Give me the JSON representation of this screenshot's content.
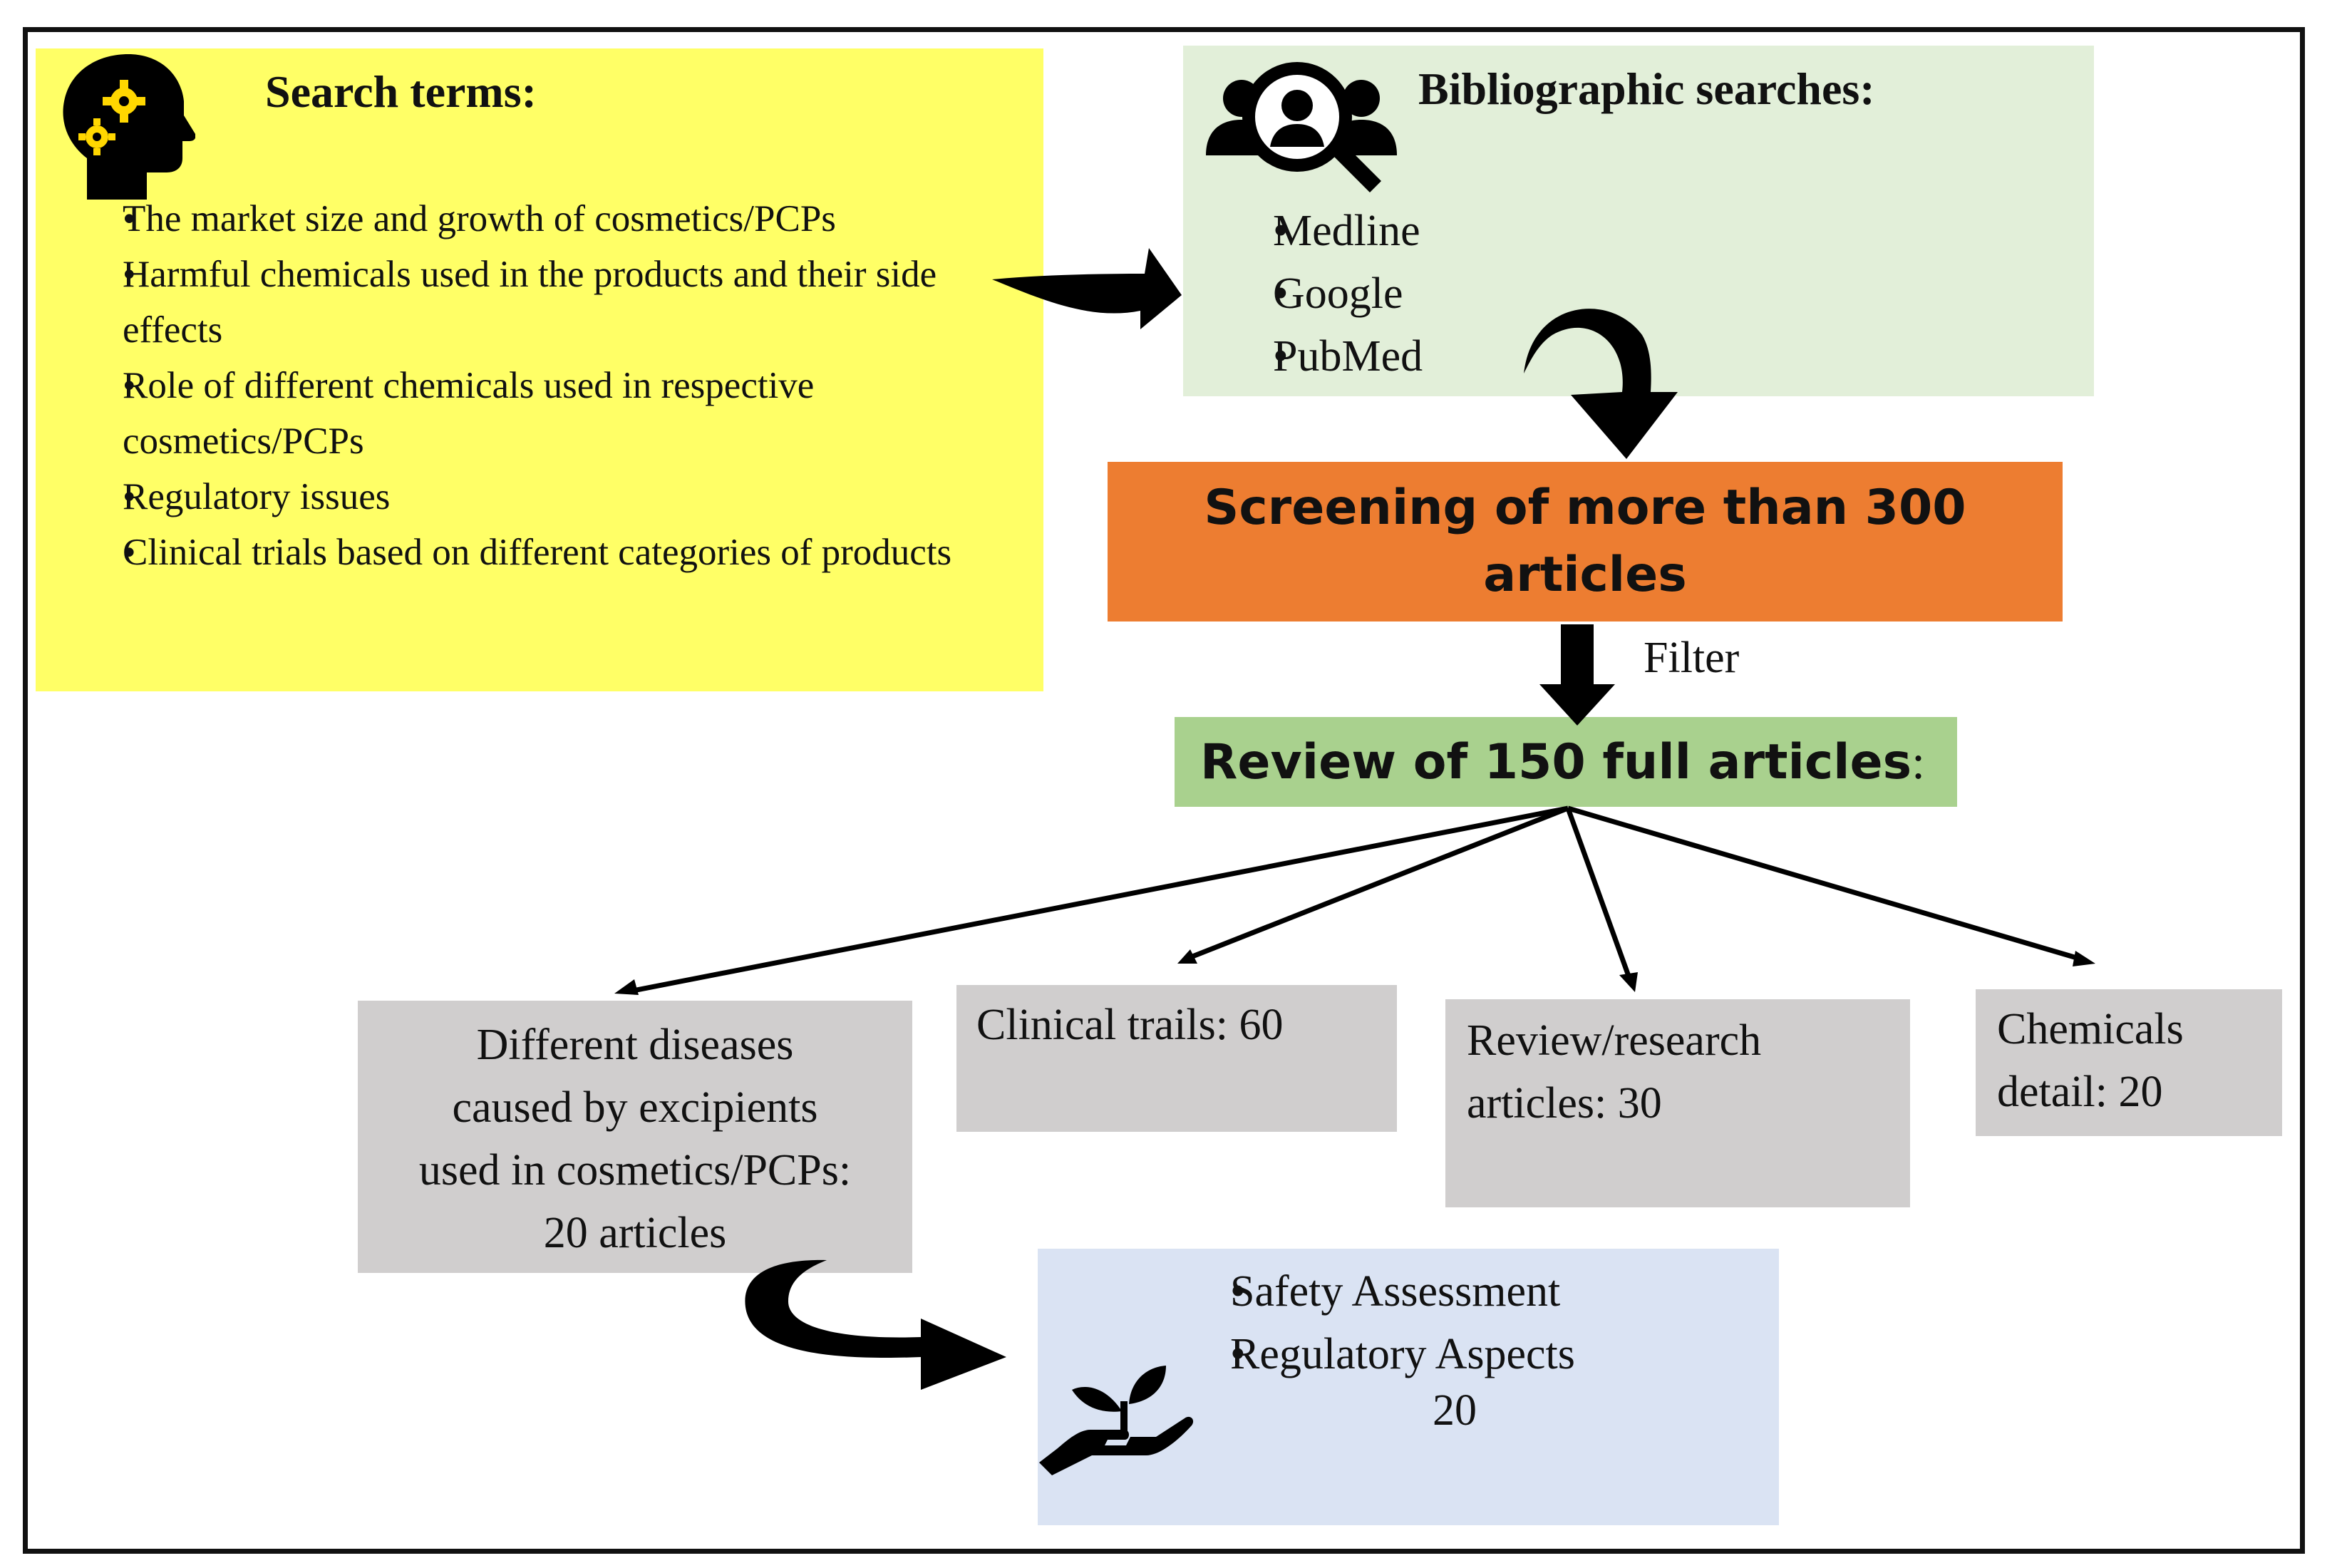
{
  "search_terms": {
    "title": "Search terms:",
    "icon": "head-gears-icon",
    "items": [
      "The market size and growth of cosmetics/PCPs",
      "Harmful chemicals used in the products and their side effects",
      "Role of different chemicals used in respective cosmetics/PCPs",
      "Regulatory issues",
      "Clinical trials based on different categories of products"
    ]
  },
  "bibliographic": {
    "title": "Bibliographic searches:",
    "icon": "people-search-icon",
    "items": [
      "Medline",
      "Google",
      "PubMed"
    ]
  },
  "screening": {
    "line1": "Screening of more than 300",
    "line2": "articles"
  },
  "filter_label": "Filter",
  "review": {
    "text": "Review of 150 full articles",
    "suffix": ":"
  },
  "categories": {
    "diseases": {
      "lines": [
        "Different diseases",
        "caused by excipients",
        "used in cosmetics/PCPs:",
        "20 articles"
      ]
    },
    "clinical": {
      "text": "Clinical trails: 60"
    },
    "review_research": {
      "lines": [
        "Review/research",
        "articles: 30"
      ]
    },
    "chemicals": {
      "lines": [
        "Chemicals",
        "detail: 20"
      ]
    }
  },
  "outcome": {
    "items": [
      "Safety Assessment",
      "Regulatory Aspects"
    ],
    "count": "20",
    "icon": "hand-plant-icon"
  },
  "colors": {
    "search_bg": "#ffff66",
    "biblio_bg": "#e2efd9",
    "screening_bg": "#ed7d31",
    "review_bg": "#a9d18e",
    "category_bg": "#d0cece",
    "outcome_bg": "#dae3f3",
    "icon_color": "#000000",
    "gear_color": "#ffd700"
  }
}
